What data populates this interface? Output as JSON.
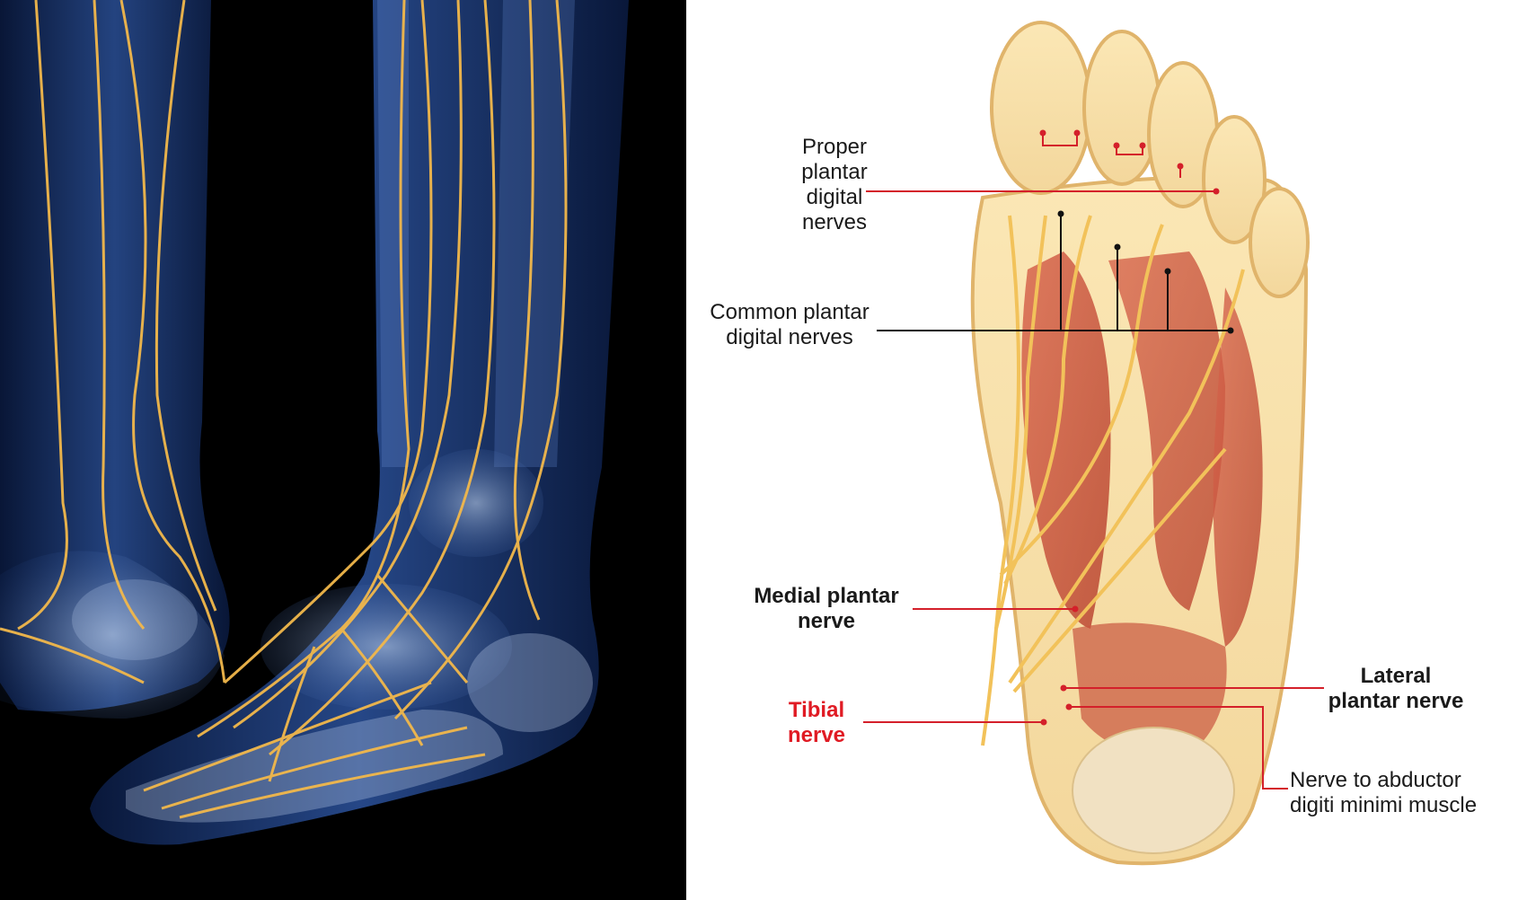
{
  "labels": {
    "proper_plantar_digital": [
      "Proper",
      "plantar",
      "digital",
      "nerves"
    ],
    "common_plantar_digital": [
      "Common plantar",
      "digital nerves"
    ],
    "medial_plantar": [
      "Medial plantar",
      "nerve"
    ],
    "tibial": [
      "Tibial",
      "nerve"
    ],
    "lateral_plantar": [
      "Lateral",
      "plantar nerve"
    ],
    "abductor_digiti_minimi": [
      "Nerve to abductor",
      "digiti minimi muscle"
    ]
  },
  "colors": {
    "leader_red": "#d4202a",
    "leader_black": "#111111",
    "highlight_label": "#e01b24",
    "nerve_yellow": "#f2b84b",
    "muscle_red": "#c8553f",
    "skin": "#f6dfa8",
    "left_background": "#000000",
    "leg_blue": "#1d3a78"
  }
}
